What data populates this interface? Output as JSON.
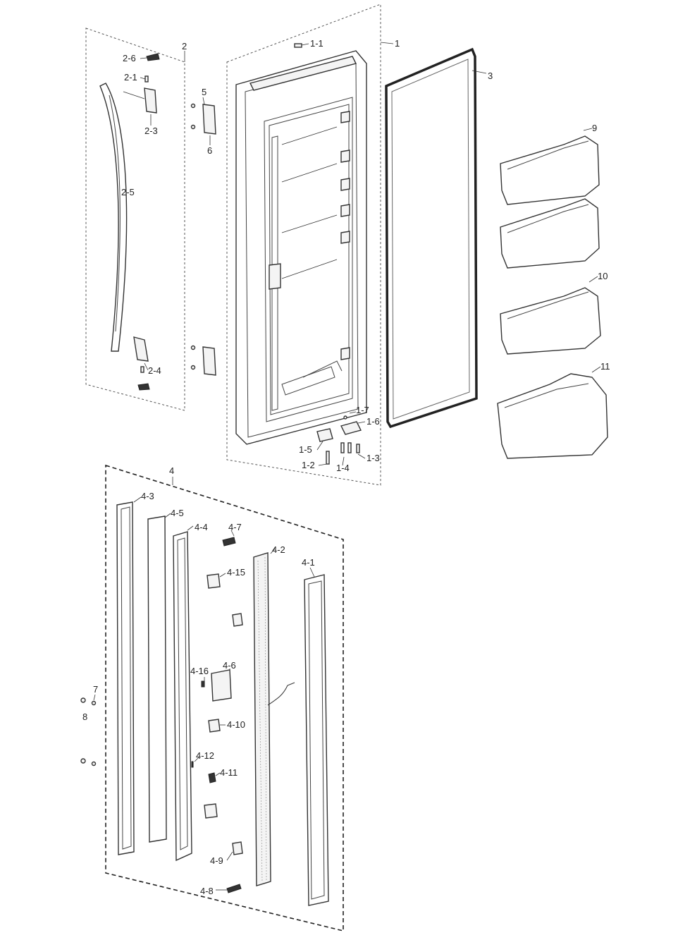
{
  "labels": {
    "l_1": "1",
    "l_1_1": "1-1",
    "l_1_2": "1-2",
    "l_1_3": "1-3",
    "l_1_4": "1-4",
    "l_1_5": "1-5",
    "l_1_6": "1-6",
    "l_1_7": "1-7",
    "l_2": "2",
    "l_2_1": "2-1",
    "l_2_3": "2-3",
    "l_2_4": "2-4",
    "l_2_5": "2-5",
    "l_2_6": "2-6",
    "l_3": "3",
    "l_4": "4",
    "l_4_1": "4-1",
    "l_4_2": "4-2",
    "l_4_3": "4-3",
    "l_4_4": "4-4",
    "l_4_5": "4-5",
    "l_4_6": "4-6",
    "l_4_7": "4-7",
    "l_4_8": "4-8",
    "l_4_9": "4-9",
    "l_4_10": "4-10",
    "l_4_11": "4-11",
    "l_4_12": "4-12",
    "l_4_15": "4-15",
    "l_4_16": "4-16",
    "l_5": "5",
    "l_6": "6",
    "l_7": "7",
    "l_8": "8",
    "l_9": "9",
    "l_10": "10",
    "l_11": "11"
  }
}
